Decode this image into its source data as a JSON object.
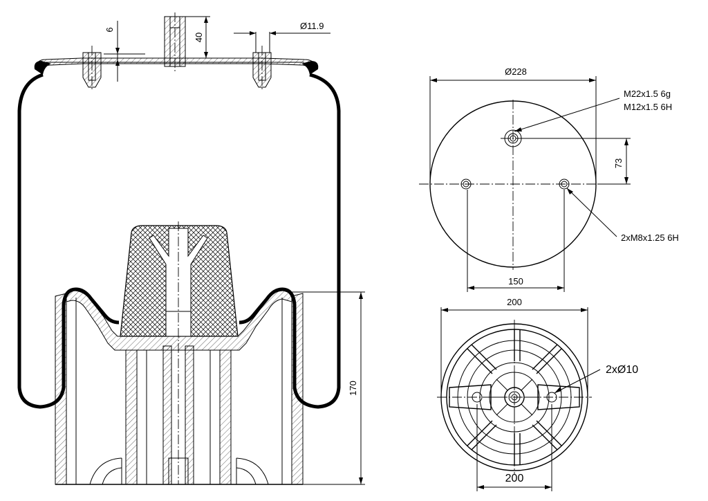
{
  "side_view": {
    "dim_thread_depth": "6",
    "dim_stud_length": "40",
    "dim_hole_dia": "Ø11.9",
    "dim_height": "170"
  },
  "top_view": {
    "dim_plate_dia": "Ø228",
    "thread_center_1": "M22x1.5 6g",
    "thread_center_2": "M12x1.5 6H",
    "dim_offset": "73",
    "dim_hole_spacing": "150",
    "thread_side": "2xM8x1.25 6H"
  },
  "bottom_view": {
    "dim_top": "200",
    "dim_holes": "2xØ10",
    "dim_bottom": "200"
  }
}
